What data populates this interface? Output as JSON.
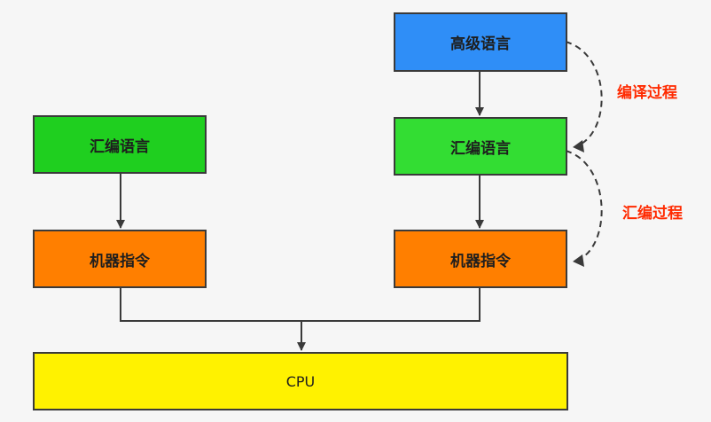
{
  "colors": {
    "high_level": "#2f8ef7",
    "assembly": "#1fcf1f",
    "assembly_right": "#33dd33",
    "machine": "#ff7f00",
    "cpu": "#fff200",
    "annotation": "#ff2a00",
    "line": "#3a3a3a"
  },
  "left_chain": {
    "assembly_label": "汇编语言",
    "machine_label": "机器指令"
  },
  "right_chain": {
    "high_level_label": "高级语言",
    "assembly_label": "汇编语言",
    "machine_label": "机器指令"
  },
  "cpu_label": "CPU",
  "annotations": {
    "compile_label": "编译过程",
    "assemble_label": "汇编过程"
  }
}
